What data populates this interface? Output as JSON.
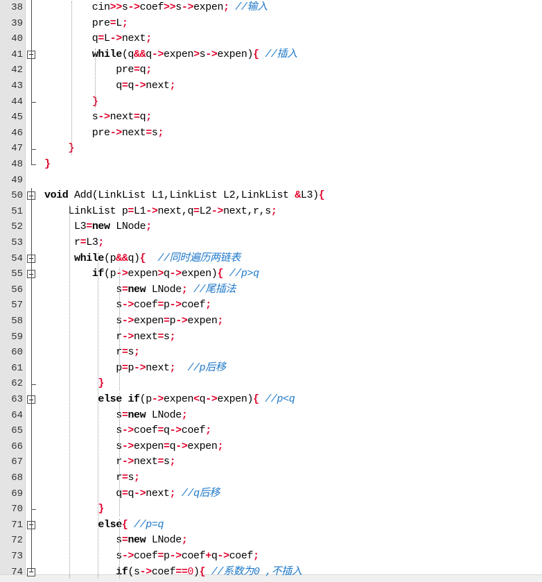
{
  "editor": {
    "lines": [
      {
        "n": "38",
        "t": "        cin>>s->coef>>s->expen; //输入"
      },
      {
        "n": "39",
        "t": "        pre=L;"
      },
      {
        "n": "40",
        "t": "        q=L->next;"
      },
      {
        "n": "41",
        "t": "        while(q&&q->expen>s->expen){ //插入"
      },
      {
        "n": "42",
        "t": "            pre=q;"
      },
      {
        "n": "43",
        "t": "            q=q->next;"
      },
      {
        "n": "44",
        "t": "        }"
      },
      {
        "n": "45",
        "t": "        s->next=q;"
      },
      {
        "n": "46",
        "t": "        pre->next=s;"
      },
      {
        "n": "47",
        "t": "    }"
      },
      {
        "n": "48",
        "t": "}"
      },
      {
        "n": "49",
        "t": ""
      },
      {
        "n": "50",
        "t": "void Add(LinkList L1,LinkList L2,LinkList &L3){"
      },
      {
        "n": "51",
        "t": "    LinkList p=L1->next,q=L2->next,r,s;"
      },
      {
        "n": "52",
        "t": "     L3=new LNode;"
      },
      {
        "n": "53",
        "t": "     r=L3;"
      },
      {
        "n": "54",
        "t": "     while(p&&q){  //同时遍历两链表"
      },
      {
        "n": "55",
        "t": "        if(p->expen>q->expen){ //p>q"
      },
      {
        "n": "56",
        "t": "            s=new LNode; //尾插法"
      },
      {
        "n": "57",
        "t": "            s->coef=p->coef;"
      },
      {
        "n": "58",
        "t": "            s->expen=p->expen;"
      },
      {
        "n": "59",
        "t": "            r->next=s;"
      },
      {
        "n": "60",
        "t": "            r=s;"
      },
      {
        "n": "61",
        "t": "            p=p->next;  //p后移"
      },
      {
        "n": "62",
        "t": "         }"
      },
      {
        "n": "63",
        "t": "         else if(p->expen<q->expen){ //p<q"
      },
      {
        "n": "64",
        "t": "            s=new LNode;"
      },
      {
        "n": "65",
        "t": "            s->coef=q->coef;"
      },
      {
        "n": "66",
        "t": "            s->expen=q->expen;"
      },
      {
        "n": "67",
        "t": "            r->next=s;"
      },
      {
        "n": "68",
        "t": "            r=s;"
      },
      {
        "n": "69",
        "t": "            q=q->next; //q后移"
      },
      {
        "n": "70",
        "t": "         }"
      },
      {
        "n": "71",
        "t": "         else{ //p=q"
      },
      {
        "n": "72",
        "t": "            s=new LNode;"
      },
      {
        "n": "73",
        "t": "            s->coef=p->coef+q->coef;"
      },
      {
        "n": "74",
        "t": "            if(s->coef==0){ //系数为0 ,不插入"
      }
    ],
    "colors": {
      "operator": "#e0002a",
      "comment": "#1e78c8",
      "keyword": "#000000",
      "gutter": "#e4e4e4"
    },
    "icons": {
      "fold": "fold-minus-box-icon"
    }
  }
}
